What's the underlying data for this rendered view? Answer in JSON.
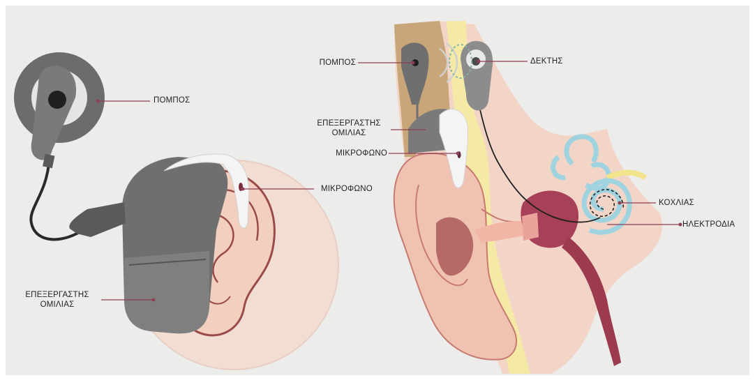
{
  "left_figure": {
    "labels": {
      "transmitter": "ΠΟΜΠΟΣ",
      "microphone": "ΜΙΚΡΟΦΩΝΟ",
      "speech_processor": "ΕΠΕΞΕΡΓΑΣΤΗΣ\nΟΜΙΛΙΑΣ"
    }
  },
  "right_figure": {
    "labels": {
      "transmitter": "ΠΟΜΠΟΣ",
      "receiver": "ΔΕΚΤΗΣ",
      "speech_processor": "ΕΠΕΞΕΡΓΑΣΤΗΣ\nΟΜΙΛΙΑΣ",
      "microphone": "ΜΙΚΡΟΦΩΝΟ",
      "cochlea": "ΚΟΧΛΙΑΣ",
      "electrodes": "ΗΛΕΚΤΡΟΔΙΑ"
    }
  },
  "colors": {
    "background": "#ececeb",
    "device_gray": "#7b7b7b",
    "device_dark": "#5e5e5e",
    "skin": "#f2d2c4",
    "ear_outline": "#9b4a4a",
    "leader_line": "#8e3f52",
    "bone": "#f3e9a8",
    "cochlea_blue": "#9fd3e0",
    "canal_red": "#9c3a4e"
  }
}
